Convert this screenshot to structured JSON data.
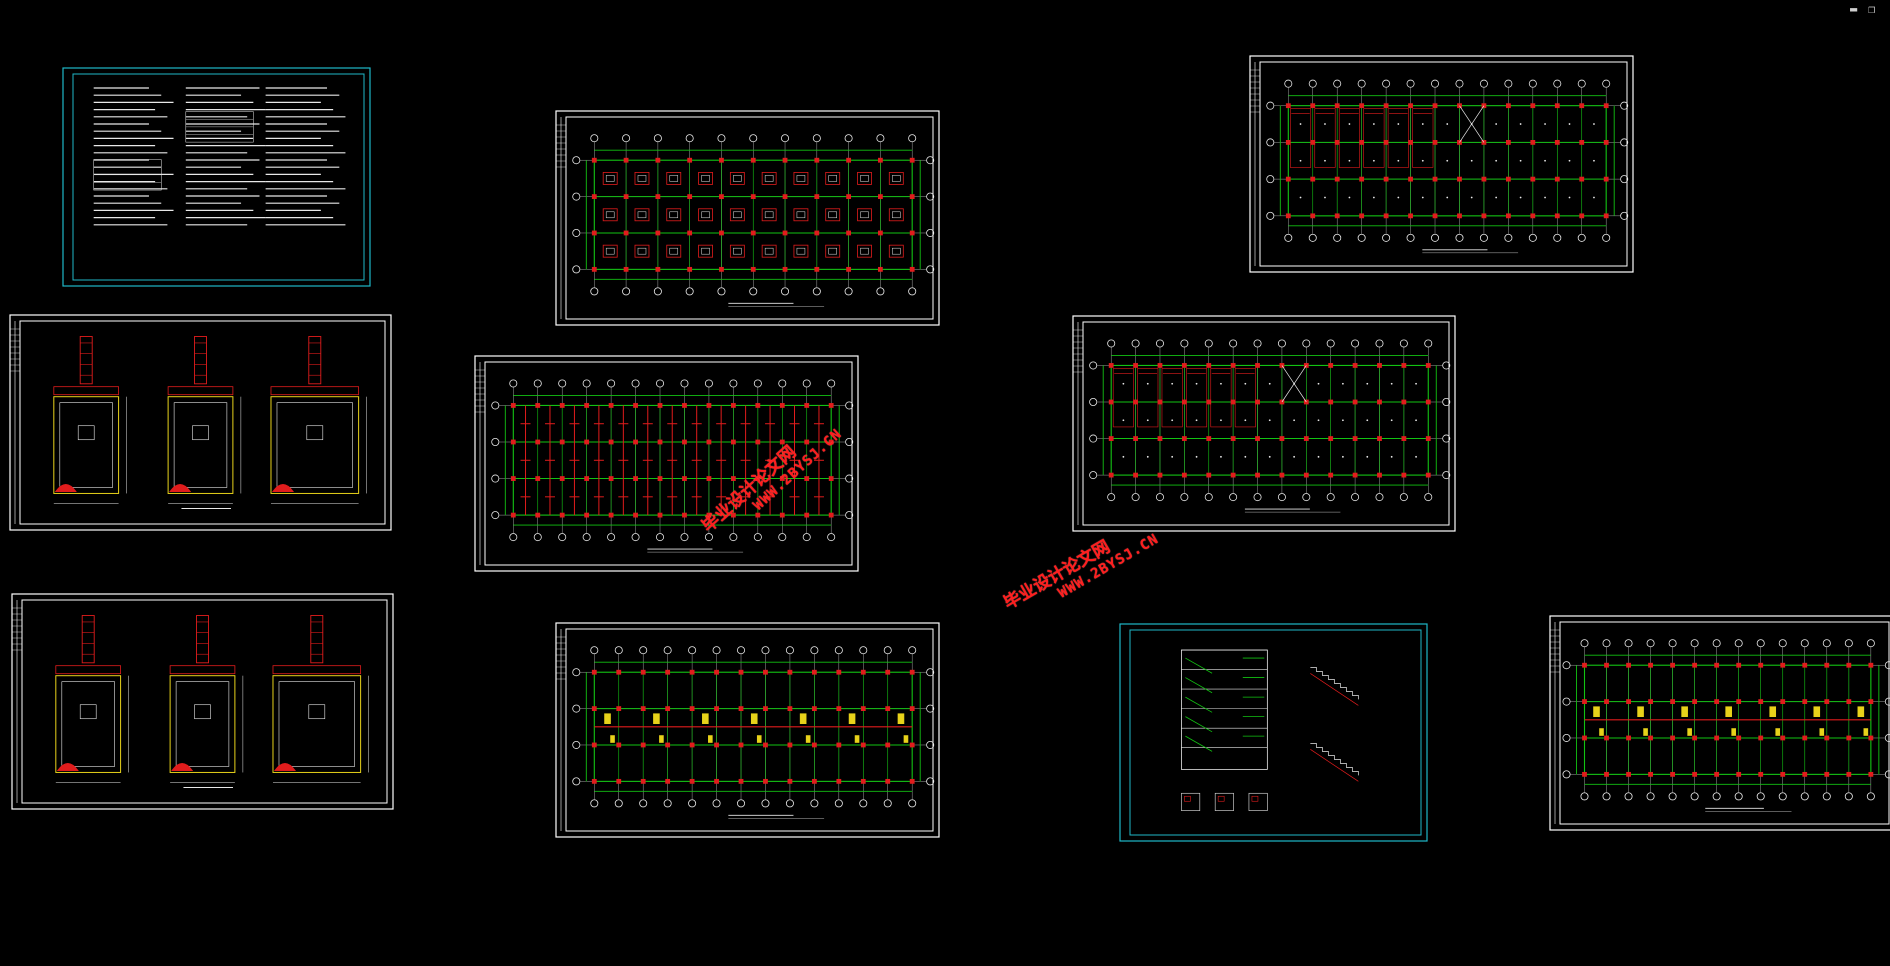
{
  "window_controls": {
    "minimize": "▬",
    "restore": "❐"
  },
  "watermark": {
    "cn": "毕业设计论文网",
    "url": "WWW.2BYSJ.CN"
  },
  "colors": {
    "background": "#000000",
    "frame": "#ffffff",
    "frame_cyan": "#1fb8c8",
    "axis": "#e8e8e8",
    "grid_green": "#12c312",
    "beam_red": "#e11c1c",
    "wall_yellow": "#e8d21a",
    "watermark": "#ff1e1e"
  },
  "drawing_sheets": [
    {
      "kind": "notes"
    },
    {
      "kind": "plan"
    },
    {
      "kind": "plan"
    },
    {
      "kind": "detail"
    },
    {
      "kind": "plan"
    },
    {
      "kind": "plan"
    },
    {
      "kind": "detail"
    },
    {
      "kind": "plan"
    },
    {
      "kind": "stair"
    },
    {
      "kind": "plan"
    }
  ]
}
